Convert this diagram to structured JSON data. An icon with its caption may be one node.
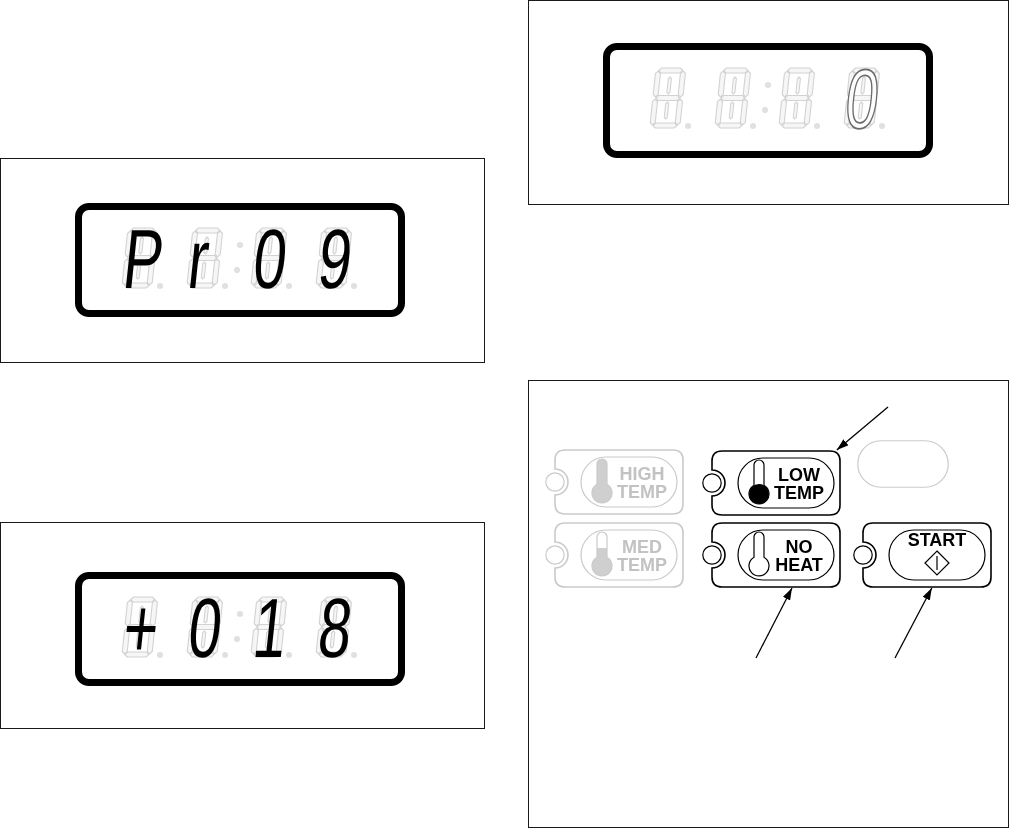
{
  "diagram": {
    "nodes": [
      {
        "text": [
          "Pr 09"
        ]
      },
      {
        "text": [
          "+018"
        ]
      },
      {
        "text": [
          "0"
        ]
      },
      {
        "text": [
          "HIGH TEMP"
        ]
      },
      {
        "text": [
          "LOW TEMP"
        ]
      },
      {
        "text": [],
        "shape": "box"
      },
      {
        "text": [
          "MED TEMP"
        ]
      },
      {
        "text": [
          "NO HEAT"
        ]
      },
      {
        "text": [
          "START"
        ]
      }
    ],
    "edges": [
      {
        "from": null,
        "to": 4,
        "arrow": "to"
      },
      {
        "from": null,
        "to": 7,
        "arrow": "to"
      },
      {
        "from": null,
        "to": 8,
        "arrow": "to"
      }
    ]
  }
}
